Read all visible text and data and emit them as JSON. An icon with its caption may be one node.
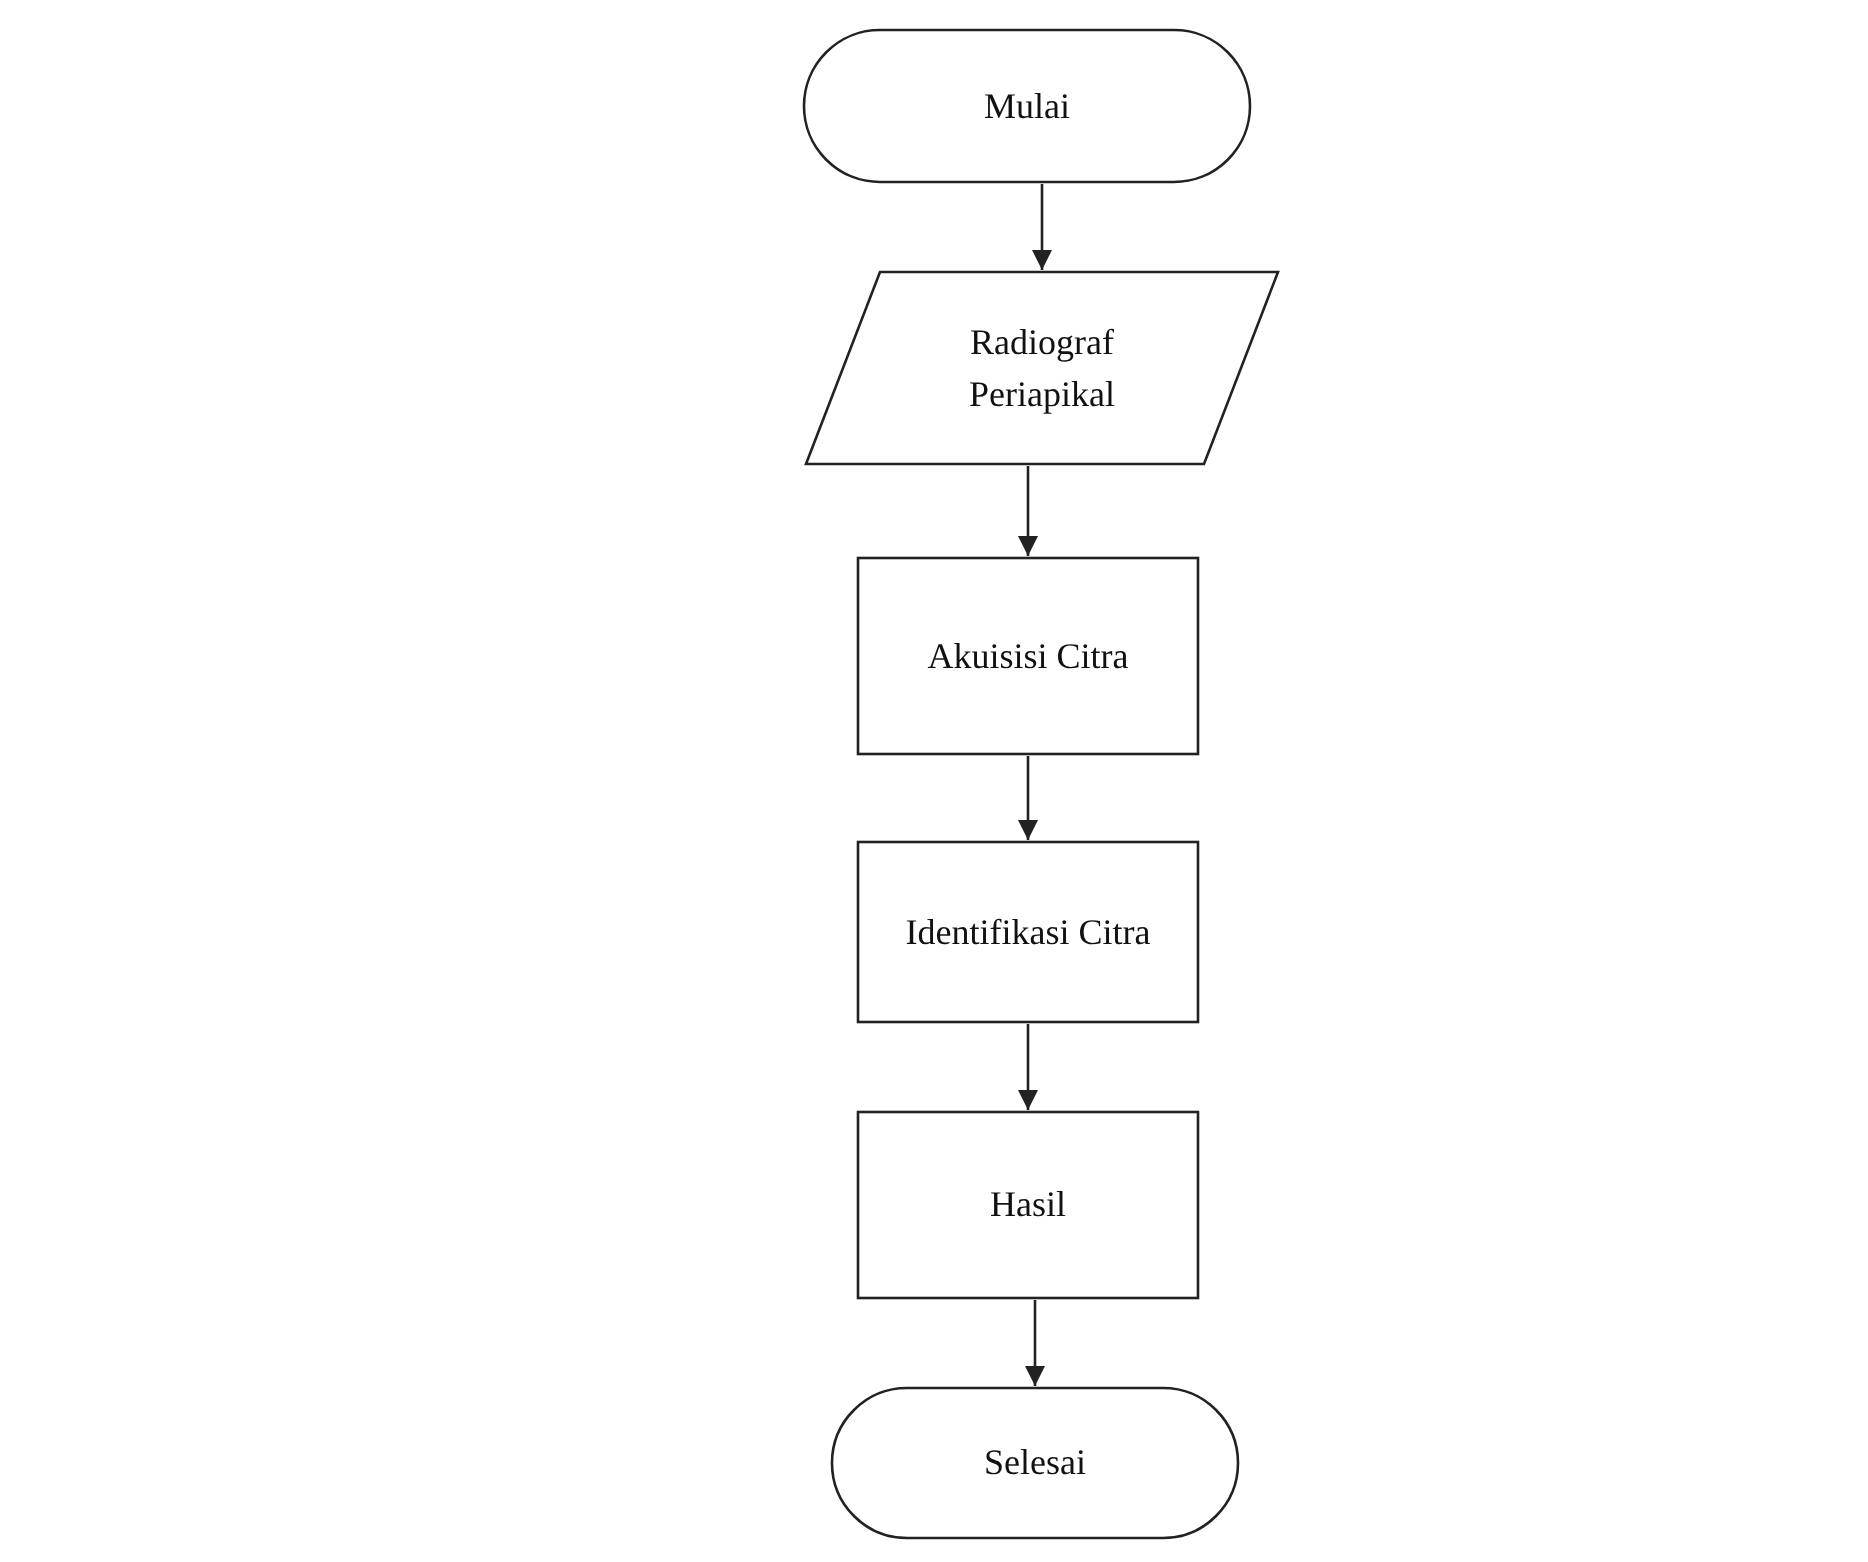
{
  "diagram": {
    "nodes": [
      {
        "text": [
          "Mulai"
        ]
      },
      {
        "text": [
          "Radiograf Periapikal"
        ]
      },
      {
        "text": [
          "Akuisisi Citra"
        ]
      },
      {
        "text": [
          "Identifikasi Citra"
        ]
      },
      {
        "text": [
          "Hasil"
        ]
      },
      {
        "text": [
          "Selesai"
        ]
      }
    ],
    "edges": [
      {
        "from": 0,
        "to": 1,
        "arrow": "to"
      },
      {
        "from": 1,
        "to": 2,
        "arrow": "to"
      },
      {
        "from": 2,
        "to": 3,
        "arrow": "to"
      },
      {
        "from": 3,
        "to": 4,
        "arrow": "to"
      },
      {
        "from": 4,
        "to": 5,
        "arrow": "to"
      }
    ]
  }
}
